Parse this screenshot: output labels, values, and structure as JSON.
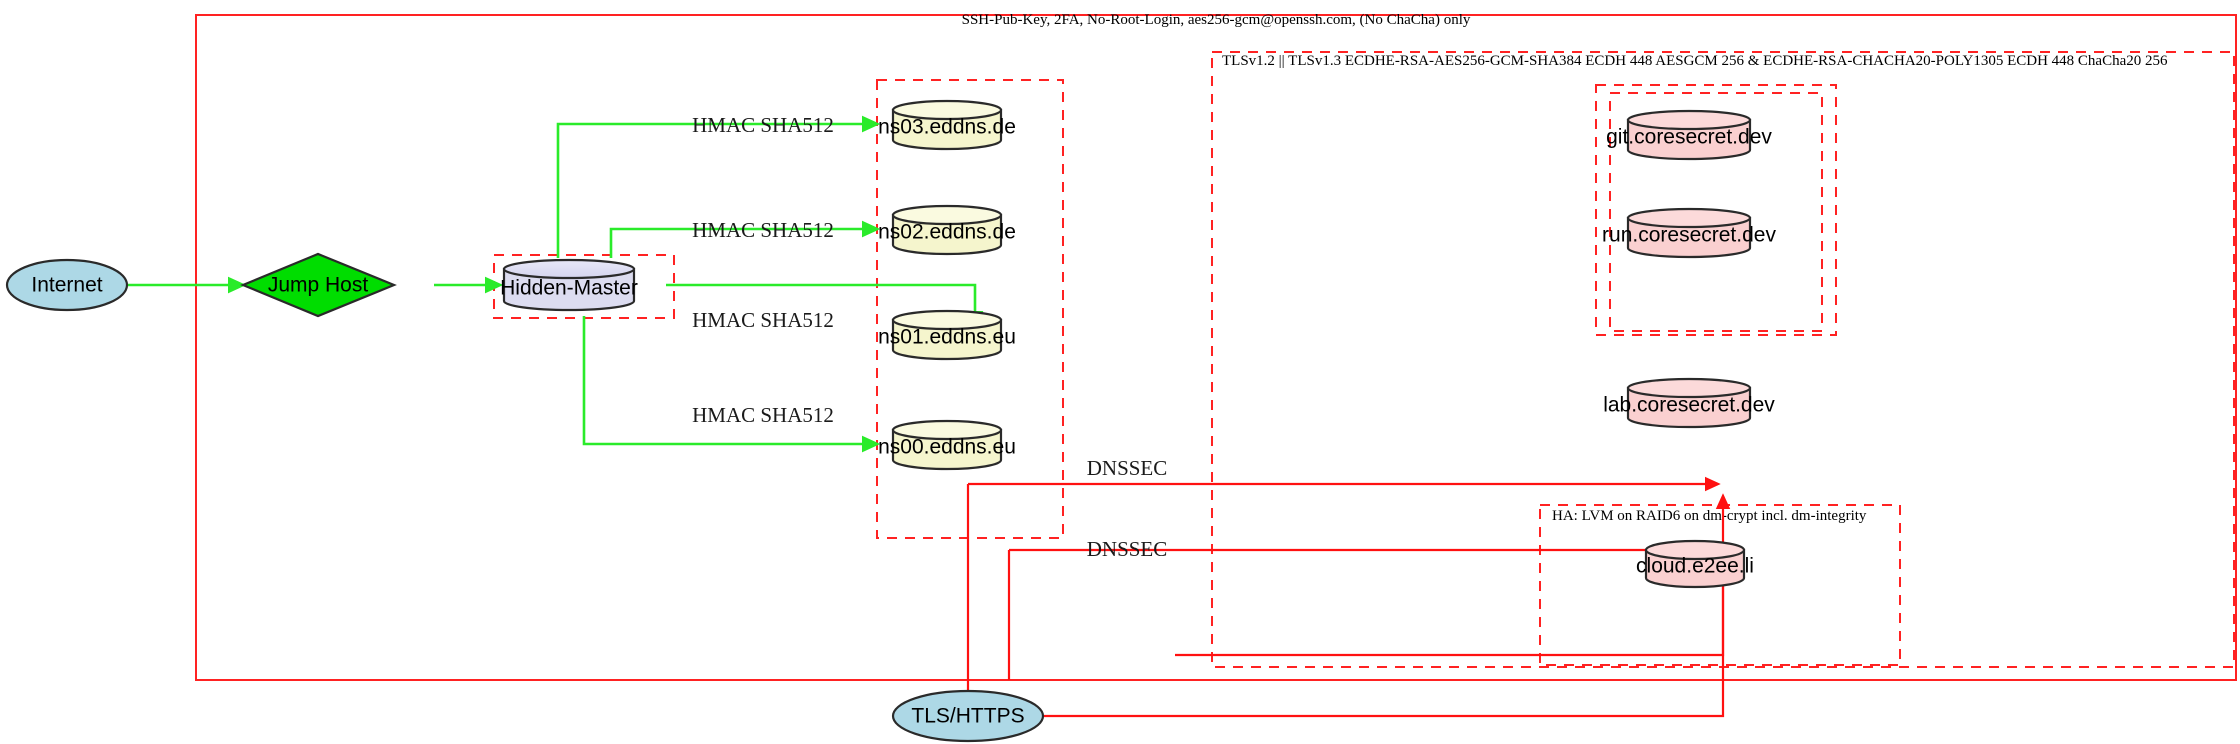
{
  "diagram": {
    "title_top_label": "SSH-Pub-Key, 2FA, No-Root-Login, aes256-gcm@openssh.com, (No ChaCha) only",
    "tls_label": "TLSv1.2 || TLSv1.3 ECDHE-RSA-AES256-GCM-SHA384 ECDH 448 AESGCM 256 & ECDHE-RSA-CHACHA20-POLY1305 ECDH 448 ChaCha20 256",
    "ha_label": "HA: LVM on RAID6 on dm-crypt incl. dm-integrity"
  },
  "nodes": {
    "internet": "Internet",
    "jump_host": "Jump Host",
    "hidden_master": "Hidden-Master",
    "ns03": "ns03.eddns.de",
    "ns02": "ns02.eddns.de",
    "ns01": "ns01.eddns.eu",
    "ns00": "ns00.eddns.eu",
    "git": "git.coresecret.dev",
    "run": "run.coresecret.dev",
    "lab": "lab.coresecret.dev",
    "cloud": "cloud.e2ee.li",
    "tls_https": "TLS/HTTPS"
  },
  "edge_labels": {
    "hmac_ns03": "HMAC SHA512",
    "hmac_ns02": "HMAC SHA512",
    "hmac_ns01": "HMAC SHA512",
    "hmac_ns00": "HMAC SHA512",
    "dnssec_upper": "DNSSEC",
    "dnssec_lower": "DNSSEC"
  },
  "colors": {
    "boundary": "#ff2222",
    "secure_link": "#2aeb2a",
    "dns_link": "#ff1111",
    "internet_fill": "#add8e6",
    "jump_host_fill": "#00dd00",
    "hidden_master_fill": "#dcdcf0",
    "nameserver_fill": "#f5f5cd",
    "service_fill": "#fad0d0"
  }
}
